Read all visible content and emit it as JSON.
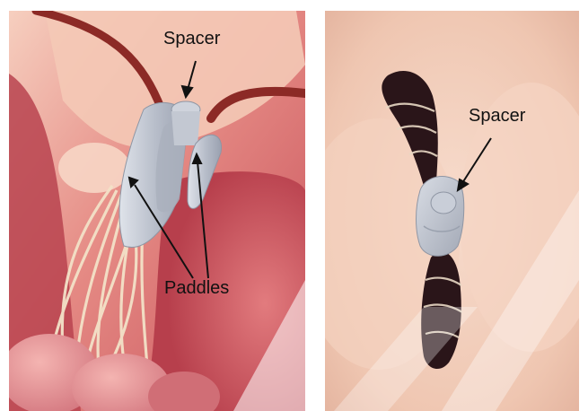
{
  "labels": {
    "left_spacer": "Spacer",
    "right_spacer": "Spacer",
    "paddles": "Paddles"
  },
  "colors": {
    "background": "#ffffff",
    "tissue_light": "#f1c3b2",
    "tissue_red": "#c94a57",
    "chord": "#f3e2c8",
    "device": "#c8ccd6",
    "vessel": "#8c2a26",
    "orifice": "#2a1519",
    "watermark": "#c0392b"
  }
}
